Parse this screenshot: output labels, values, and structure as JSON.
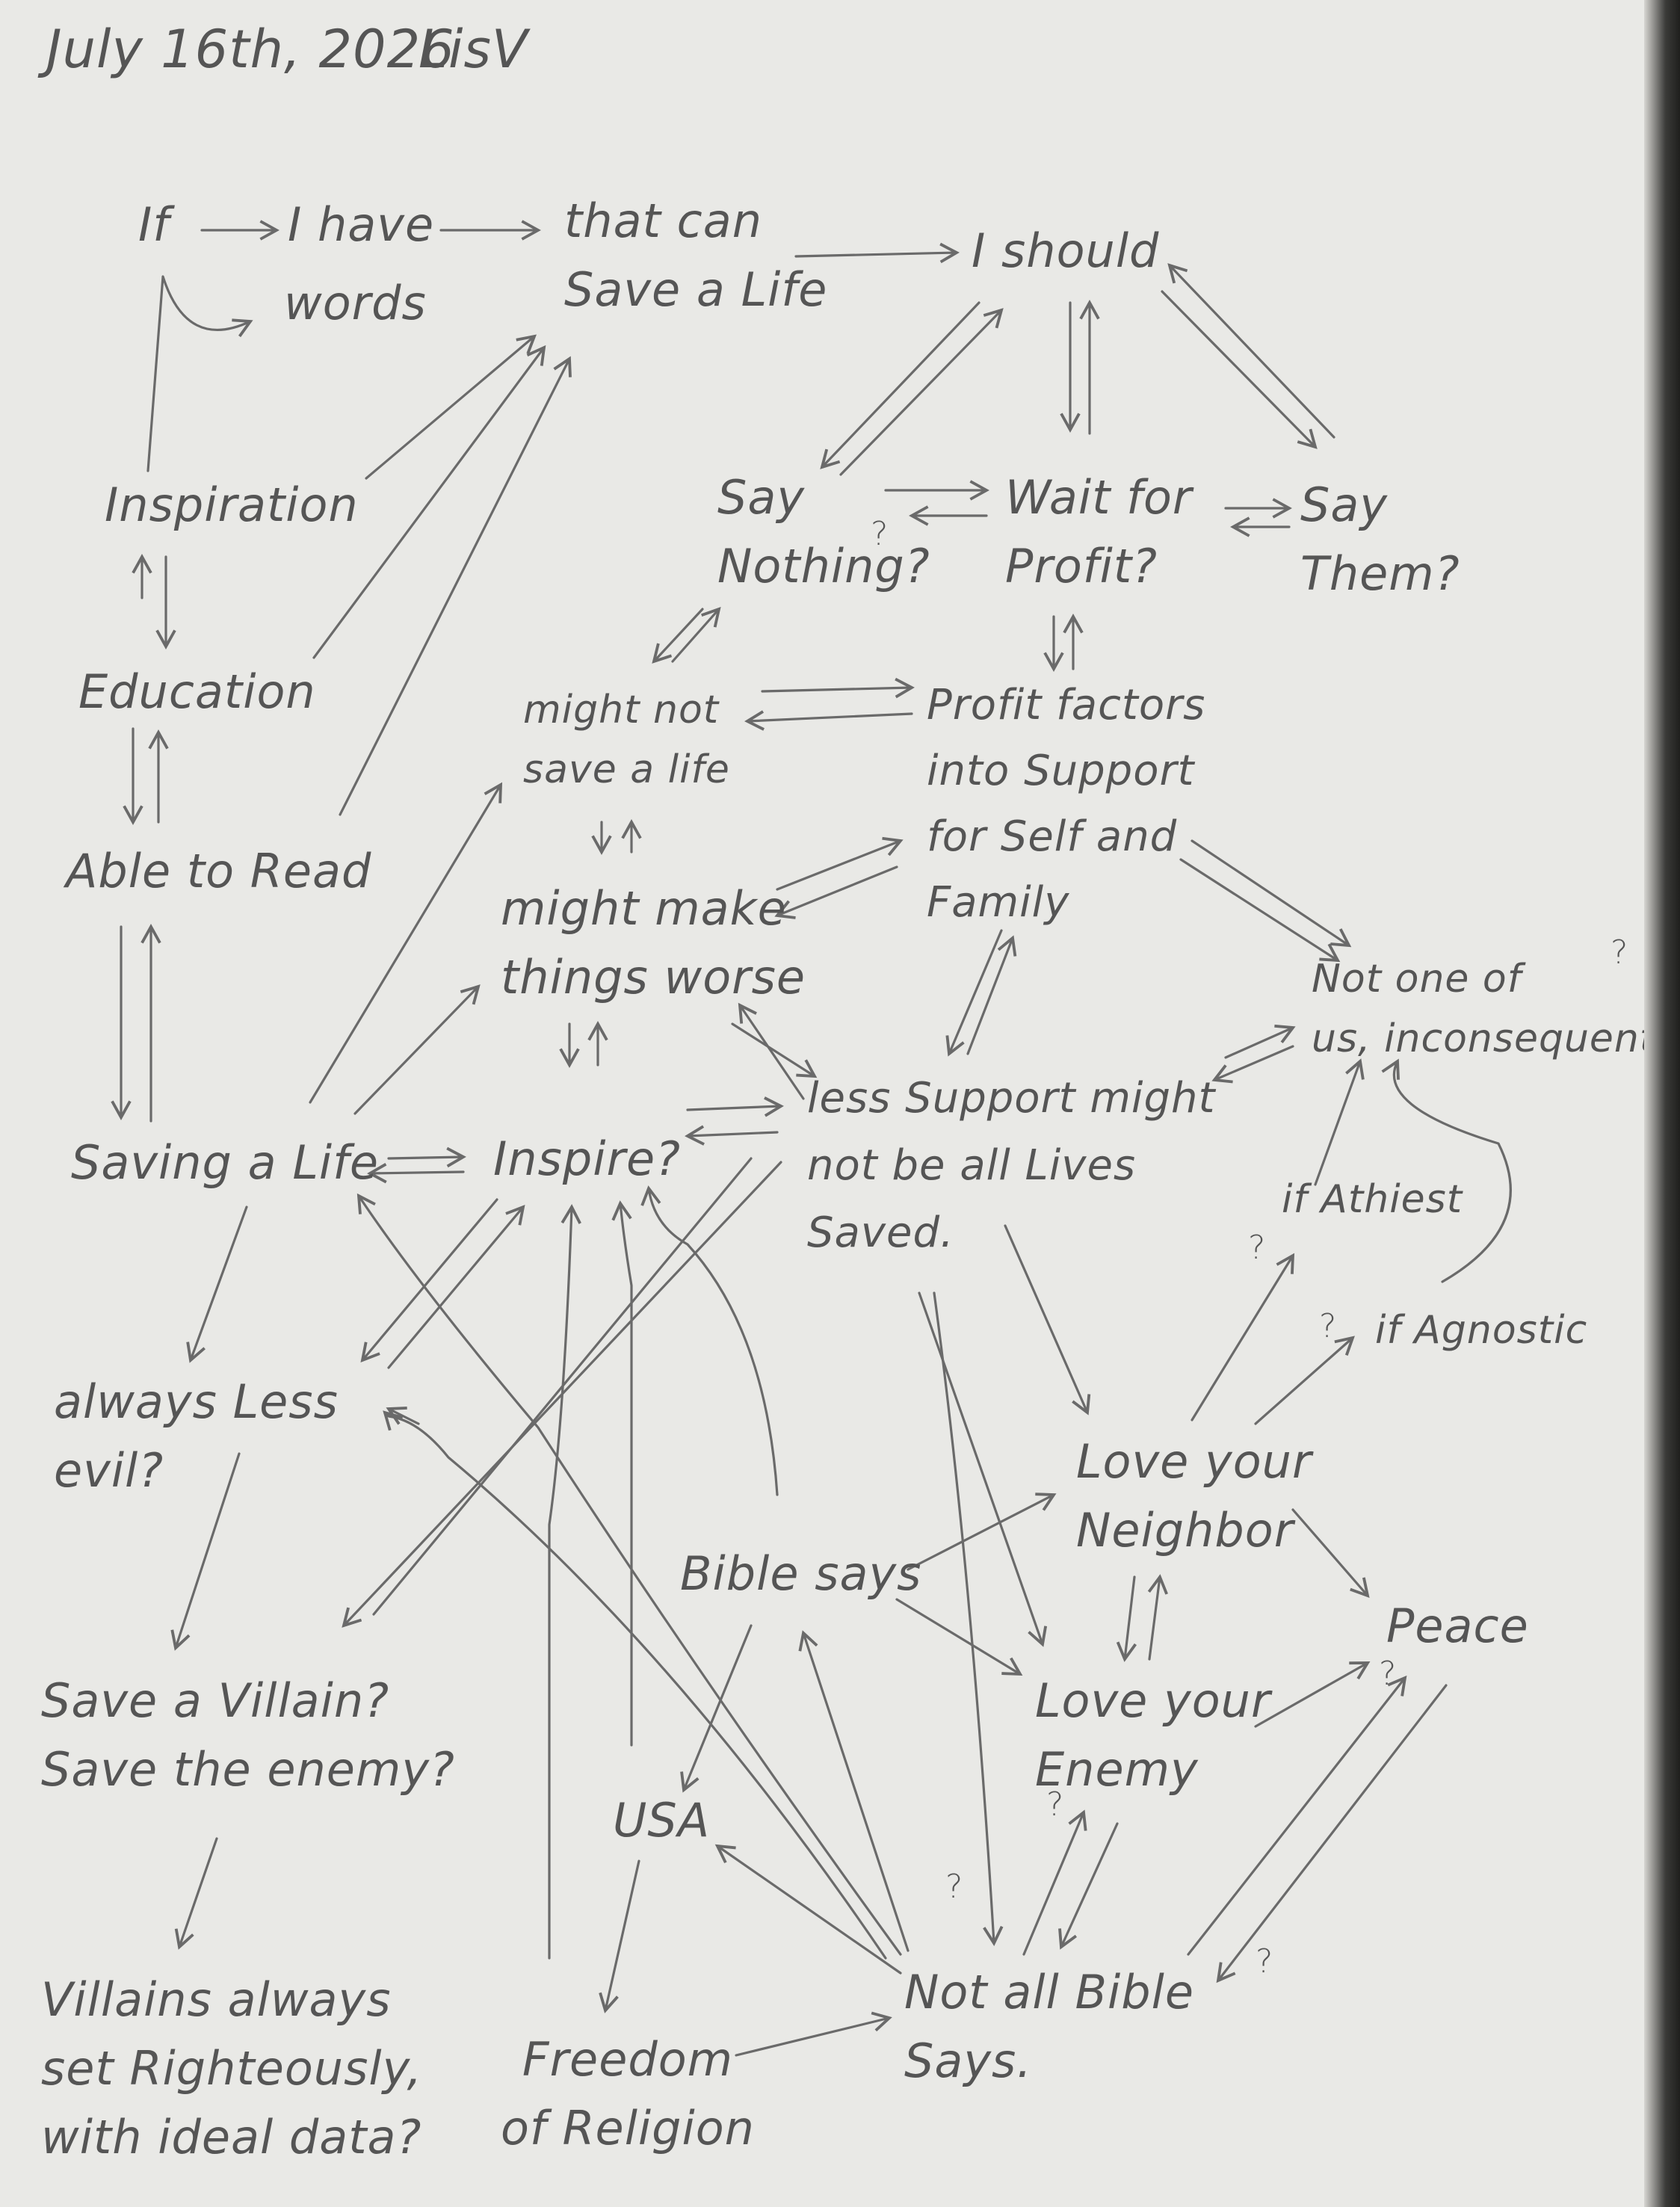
{
  "header": {
    "date": "July 16th, 2026",
    "initials": "LisV"
  },
  "nodes": {
    "if": "If",
    "i_have": "I have",
    "words": "words",
    "that_can": "that can\nSave a Life",
    "i_should": "I should",
    "say_nothing": "Say\nNothing?",
    "wait_for_profit": "Wait for\nProfit?",
    "say_them": "Say\nThem?",
    "inspiration": "Inspiration",
    "education": "Education",
    "able_to_read": "Able to Read",
    "saving_a_life": "Saving a Life",
    "might_not": "might not\nsave a life",
    "might_make": "might make\nthings worse",
    "inspire": "Inspire?",
    "profit_factors": "Profit factors\ninto Support\nfor Self and\nFamily",
    "not_one_of_us": "Not one of\nus, inconsequential",
    "less_support": "less Support might\nnot be all Lives\nSaved.",
    "always_less_evil": "always Less\nevil?",
    "save_a_villain": "Save a Villain?\nSave the enemy?",
    "villains_always": "Villains always\nset Righteously,\nwith ideal data?",
    "if_athiest": "if Athiest",
    "if_agnostic": "if Agnostic",
    "love_neighbor": "Love your\nNeighbor",
    "love_enemy": "Love your\nEnemy",
    "peace": "Peace",
    "bible_says": "Bible says",
    "usa": "USA",
    "freedom": "Freedom\nof Religion",
    "not_all_bible": "Not all Bible\nSays."
  },
  "question_marks": [
    "?",
    "?",
    "?",
    "?",
    "?",
    "?",
    "?",
    "?"
  ]
}
